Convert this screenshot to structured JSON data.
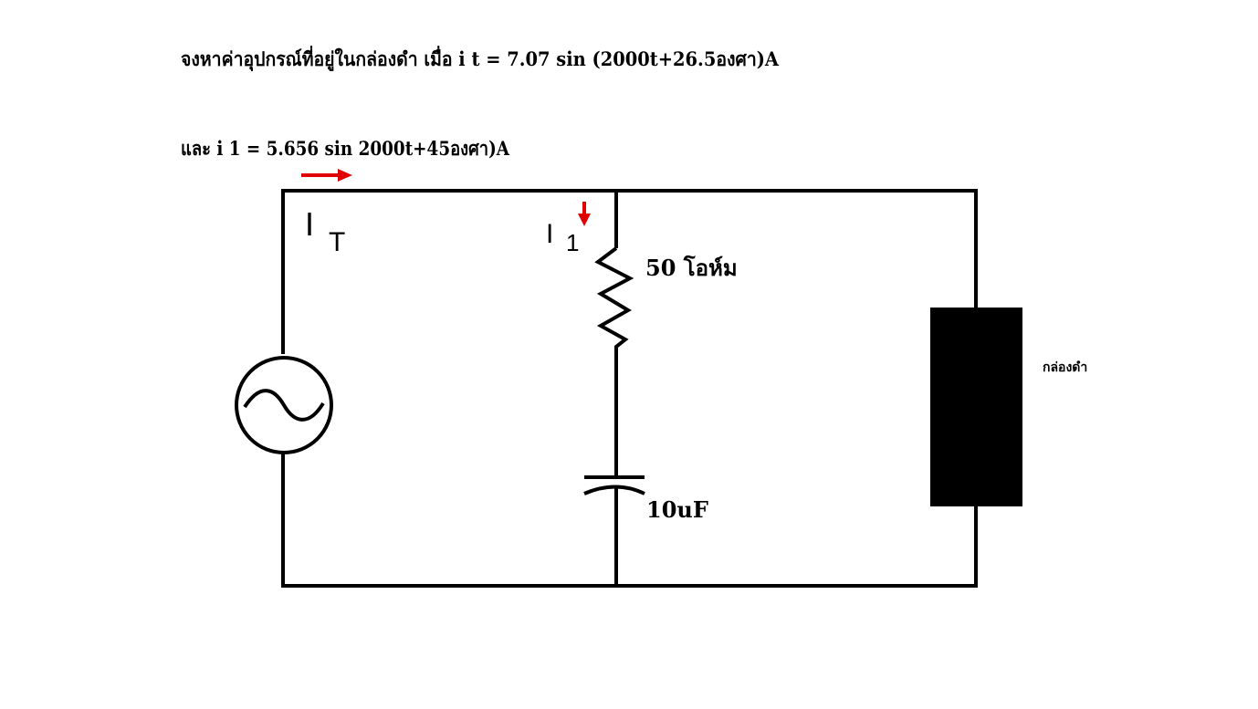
{
  "problem": {
    "line1": "จงหาค่าอุปกรณ์ที่อยู่ในกล่องดำ เมื่อ i t = 7.07 sin (2000t+26.5องศา)A",
    "line2": "และ  i 1 = 5.656 sin 2000t+45องศา)A"
  },
  "circuit": {
    "total_current_label": "I",
    "total_current_sub": "T",
    "branch_current_label": "I",
    "branch_current_sub": "1",
    "resistor_label": "50 โอห์ม",
    "capacitor_label": "10uF",
    "black_box_label": "กล่องดำ"
  },
  "colors": {
    "arrow": "#e00000",
    "wire": "#000000",
    "box": "#000000"
  }
}
